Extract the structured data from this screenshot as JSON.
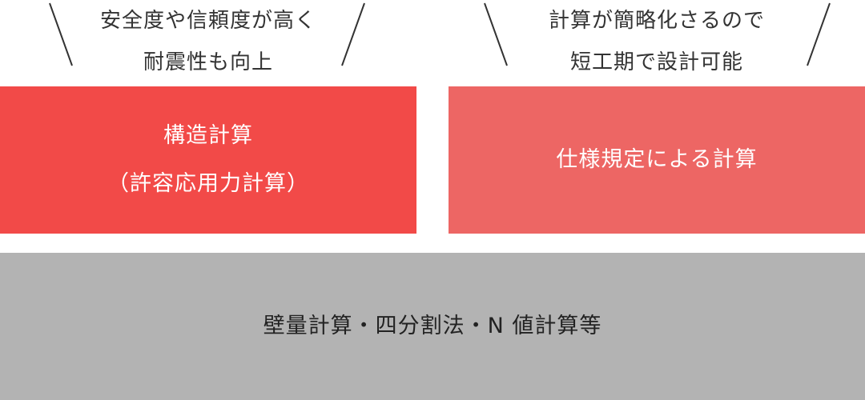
{
  "callouts": {
    "left": {
      "line1": "安全度や信頼度が高く",
      "line2": "耐震性も向上"
    },
    "right": {
      "line1": "計算が簡略化さるので",
      "line2": "短工期で設計可能"
    }
  },
  "boxes": {
    "left": {
      "line1": "構造計算",
      "line2": "（許容応用力計算）",
      "color": "#f24a48"
    },
    "right": {
      "line1": "仕様規定による計算",
      "color": "#ed6664"
    },
    "bottom": {
      "line1": "壁量計算・四分割法・N 値計算等",
      "color": "#b3b3b3"
    }
  }
}
